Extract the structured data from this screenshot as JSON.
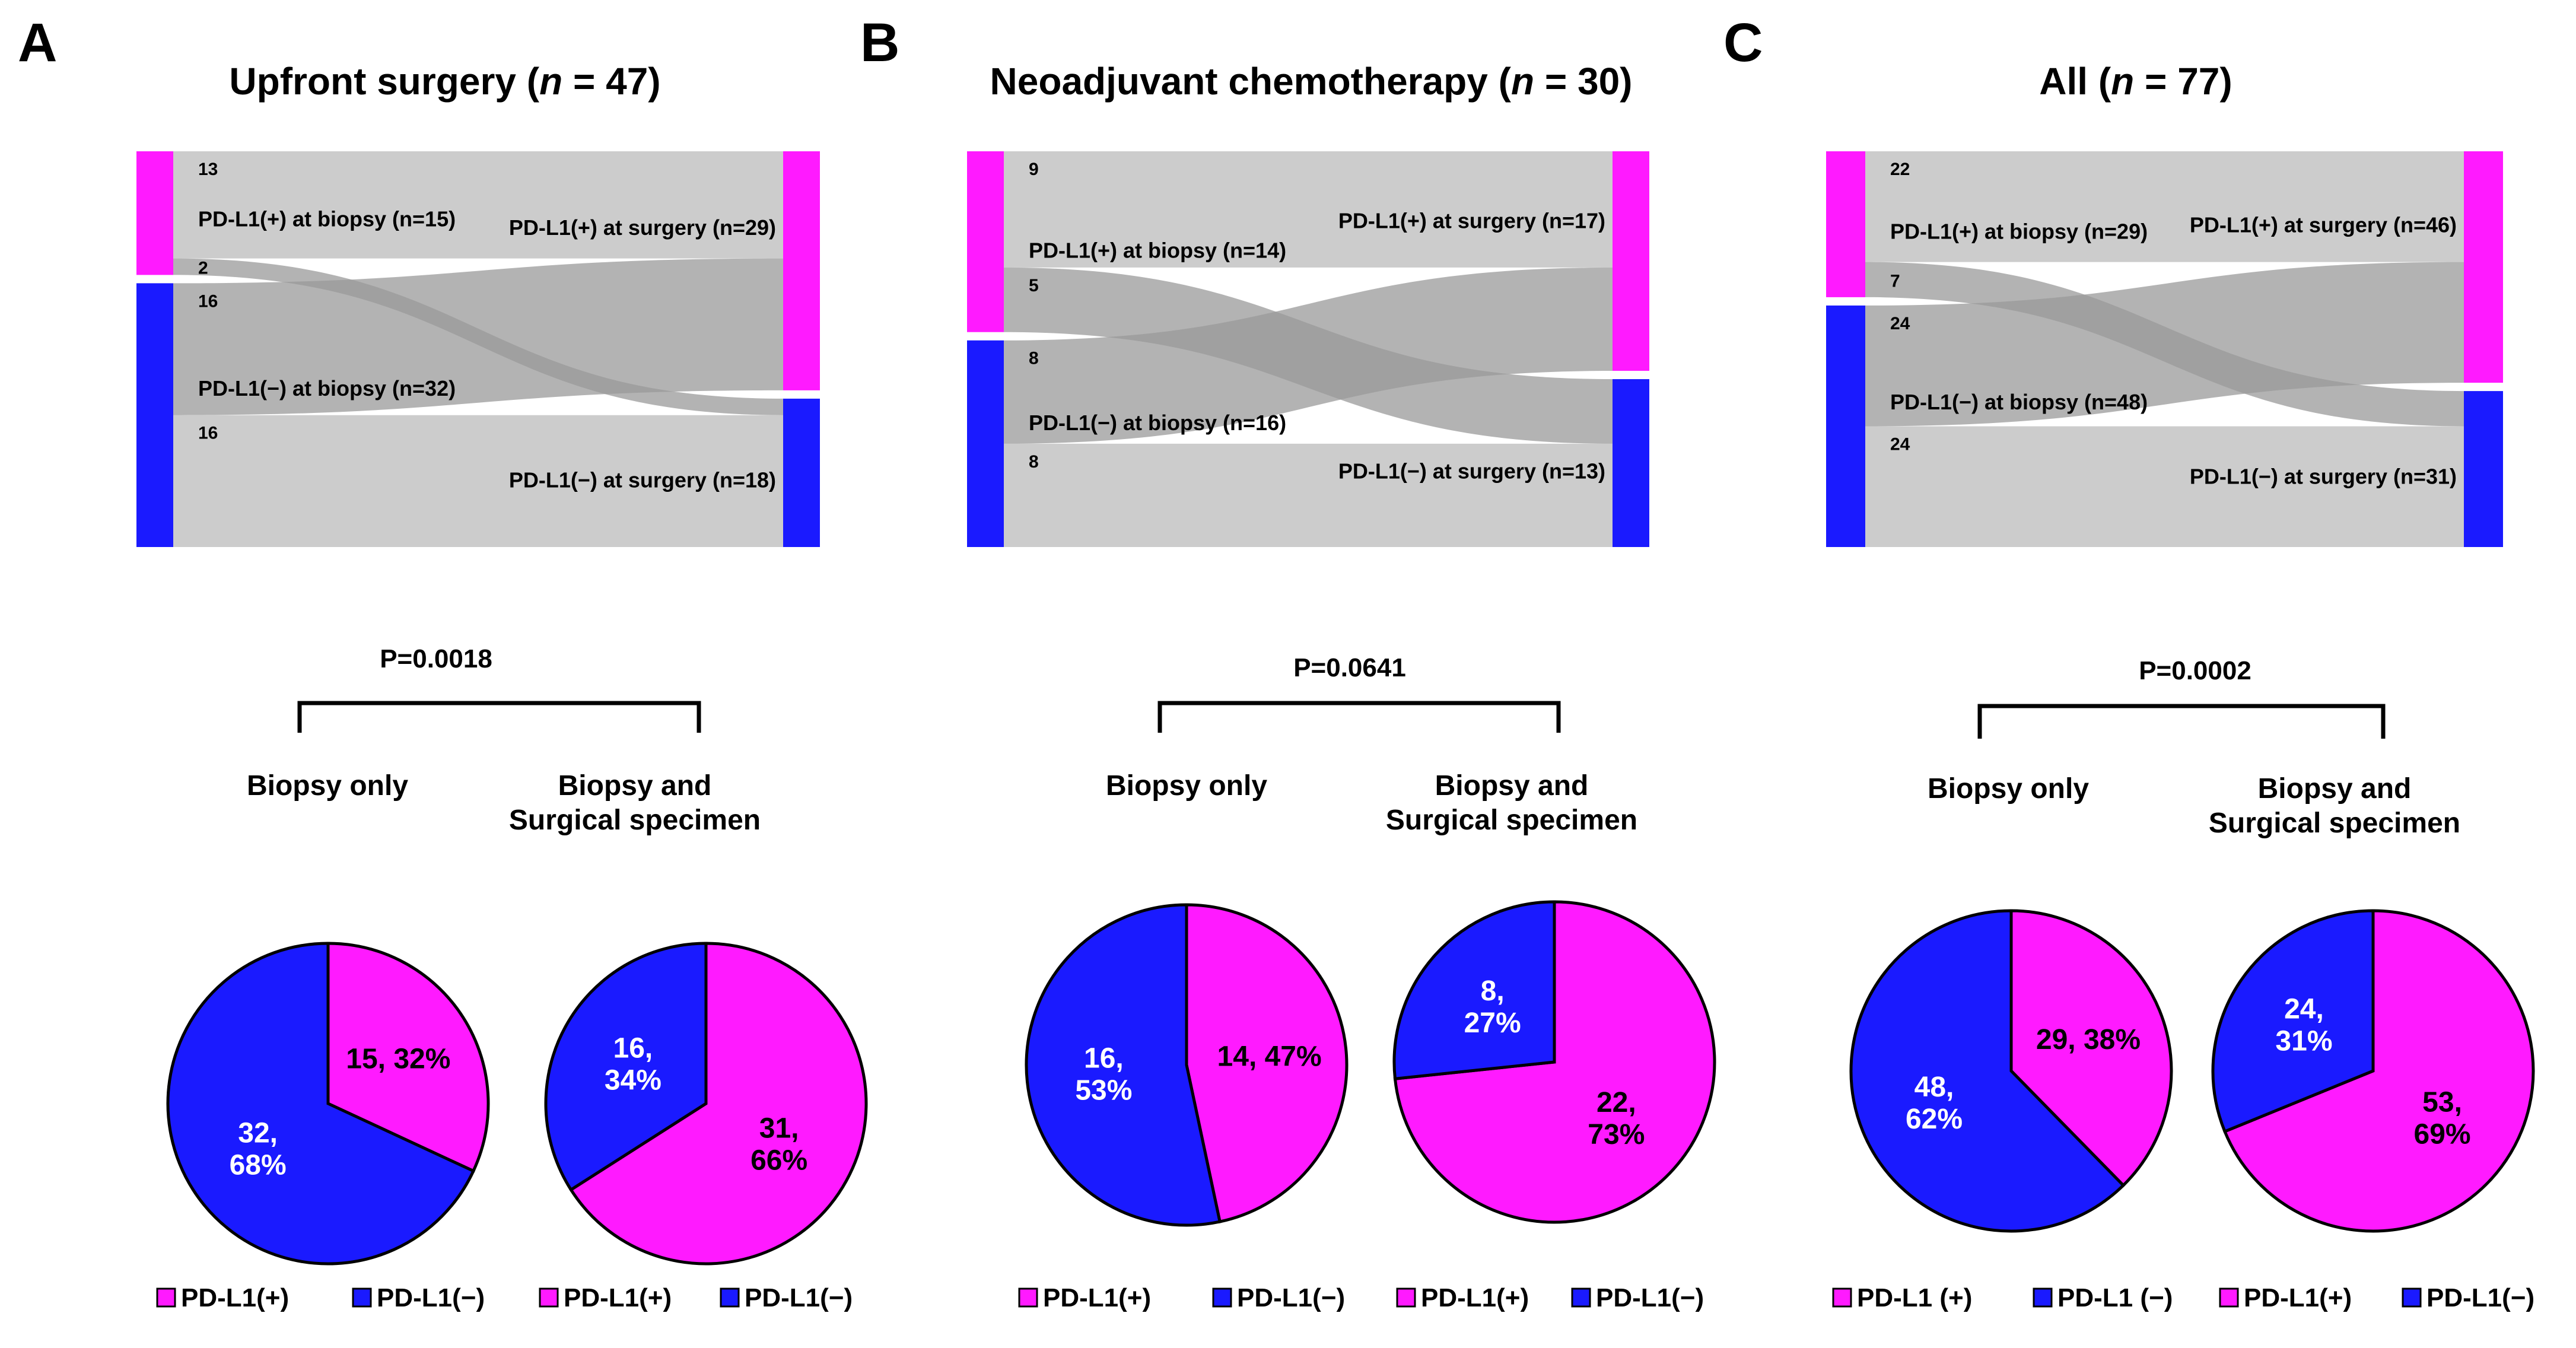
{
  "colors": {
    "positive": "#ff1aff",
    "negative": "#1a1aff",
    "flow": "#cccccc",
    "cross_flow": "#999999"
  },
  "panels": [
    {
      "letter": "A",
      "title_prefix": "Upfront surgery (",
      "title_n": "n",
      "title_suffix": " = 47)",
      "chart_data": {
        "type": "sankey",
        "nodes_left": [
          {
            "label": "PD-L1(+) at biopsy (n=15)",
            "value": 15
          },
          {
            "label": "PD-L1(−) at biopsy (n=32)",
            "value": 32
          }
        ],
        "nodes_right": [
          {
            "label": "PD-L1(+) at surgery (n=29)",
            "value": 29
          },
          {
            "label": "PD-L1(−) at surgery (n=18)",
            "value": 18
          }
        ],
        "flows": [
          {
            "from": 0,
            "to": 0,
            "value": 13,
            "label": "13"
          },
          {
            "from": 0,
            "to": 1,
            "value": 2,
            "label": "2"
          },
          {
            "from": 1,
            "to": 0,
            "value": 16,
            "label": "16"
          },
          {
            "from": 1,
            "to": 1,
            "value": 16,
            "label": "16"
          }
        ]
      },
      "p_value": "P=0.0018",
      "pie_left_label": [
        "Biopsy only"
      ],
      "pie_right_label": [
        "Biopsy and",
        "Surgical specimen"
      ],
      "pies": [
        {
          "type": "pie",
          "slices": [
            {
              "name": "PD-L1(+)",
              "value": 15,
              "label": [
                "15, 32%"
              ]
            },
            {
              "name": "PD-L1(−)",
              "value": 32,
              "label": [
                "32,",
                "68%"
              ]
            }
          ]
        },
        {
          "type": "pie",
          "slices": [
            {
              "name": "PD-L1(+)",
              "value": 31,
              "label": [
                "31,",
                "66%"
              ]
            },
            {
              "name": "PD-L1(−)",
              "value": 16,
              "label": [
                "16,",
                "34%"
              ]
            }
          ]
        }
      ],
      "legend": [
        "PD-L1(+)",
        "PD-L1(−)",
        "PD-L1(+)",
        "PD-L1(−)"
      ]
    },
    {
      "letter": "B",
      "title_prefix": "Neoadjuvant chemotherapy (",
      "title_n": "n",
      "title_suffix": " = 30)",
      "chart_data": {
        "type": "sankey",
        "nodes_left": [
          {
            "label": "PD-L1(+) at biopsy (n=14)",
            "value": 14
          },
          {
            "label": "PD-L1(−) at biopsy (n=16)",
            "value": 16
          }
        ],
        "nodes_right": [
          {
            "label": "PD-L1(+) at surgery (n=17)",
            "value": 17
          },
          {
            "label": "PD-L1(−) at surgery (n=13)",
            "value": 13
          }
        ],
        "flows": [
          {
            "from": 0,
            "to": 0,
            "value": 9,
            "label": "9"
          },
          {
            "from": 0,
            "to": 1,
            "value": 5,
            "label": "5"
          },
          {
            "from": 1,
            "to": 0,
            "value": 8,
            "label": "8"
          },
          {
            "from": 1,
            "to": 1,
            "value": 8,
            "label": "8"
          }
        ]
      },
      "p_value": "P=0.0641",
      "pie_left_label": [
        "Biopsy only"
      ],
      "pie_right_label": [
        "Biopsy and",
        "Surgical specimen"
      ],
      "pies": [
        {
          "type": "pie",
          "slices": [
            {
              "name": "PD-L1(+)",
              "value": 14,
              "label": [
                "14, 47%"
              ]
            },
            {
              "name": "PD-L1(−)",
              "value": 16,
              "label": [
                "16,",
                "53%"
              ]
            }
          ]
        },
        {
          "type": "pie",
          "slices": [
            {
              "name": "PD-L1(+)",
              "value": 22,
              "label": [
                "22,",
                "73%"
              ]
            },
            {
              "name": "PD-L1(−)",
              "value": 8,
              "label": [
                "8,",
                "27%"
              ]
            }
          ]
        }
      ],
      "legend": [
        "PD-L1(+)",
        "PD-L1(−)",
        "PD-L1(+)",
        "PD-L1(−)"
      ]
    },
    {
      "letter": "C",
      "title_prefix": "All (",
      "title_n": "n",
      "title_suffix": " = 77)",
      "chart_data": {
        "type": "sankey",
        "nodes_left": [
          {
            "label": "PD-L1(+) at biopsy (n=29)",
            "value": 29
          },
          {
            "label": "PD-L1(−) at biopsy (n=48)",
            "value": 48
          }
        ],
        "nodes_right": [
          {
            "label": "PD-L1(+) at surgery (n=46)",
            "value": 46
          },
          {
            "label": "PD-L1(−) at surgery (n=31)",
            "value": 31
          }
        ],
        "flows": [
          {
            "from": 0,
            "to": 0,
            "value": 22,
            "label": "22"
          },
          {
            "from": 0,
            "to": 1,
            "value": 7,
            "label": "7"
          },
          {
            "from": 1,
            "to": 0,
            "value": 24,
            "label": "24"
          },
          {
            "from": 1,
            "to": 1,
            "value": 24,
            "label": "24"
          }
        ]
      },
      "p_value": "P=0.0002",
      "pie_left_label": [
        "Biopsy only"
      ],
      "pie_right_label": [
        "Biopsy and",
        "Surgical specimen"
      ],
      "pies": [
        {
          "type": "pie",
          "slices": [
            {
              "name": "PD-L1(+)",
              "value": 29,
              "label": [
                "29, 38%"
              ]
            },
            {
              "name": "PD-L1(−)",
              "value": 48,
              "label": [
                "48,",
                "62%"
              ]
            }
          ]
        },
        {
          "type": "pie",
          "slices": [
            {
              "name": "PD-L1(+)",
              "value": 53,
              "label": [
                "53,",
                "69%"
              ]
            },
            {
              "name": "PD-L1(−)",
              "value": 24,
              "label": [
                "24,",
                "31%"
              ]
            }
          ]
        }
      ],
      "legend": [
        "PD-L1 (+)",
        "PD-L1 (−)",
        "PD-L1(+)",
        "PD-L1(−)"
      ]
    }
  ]
}
